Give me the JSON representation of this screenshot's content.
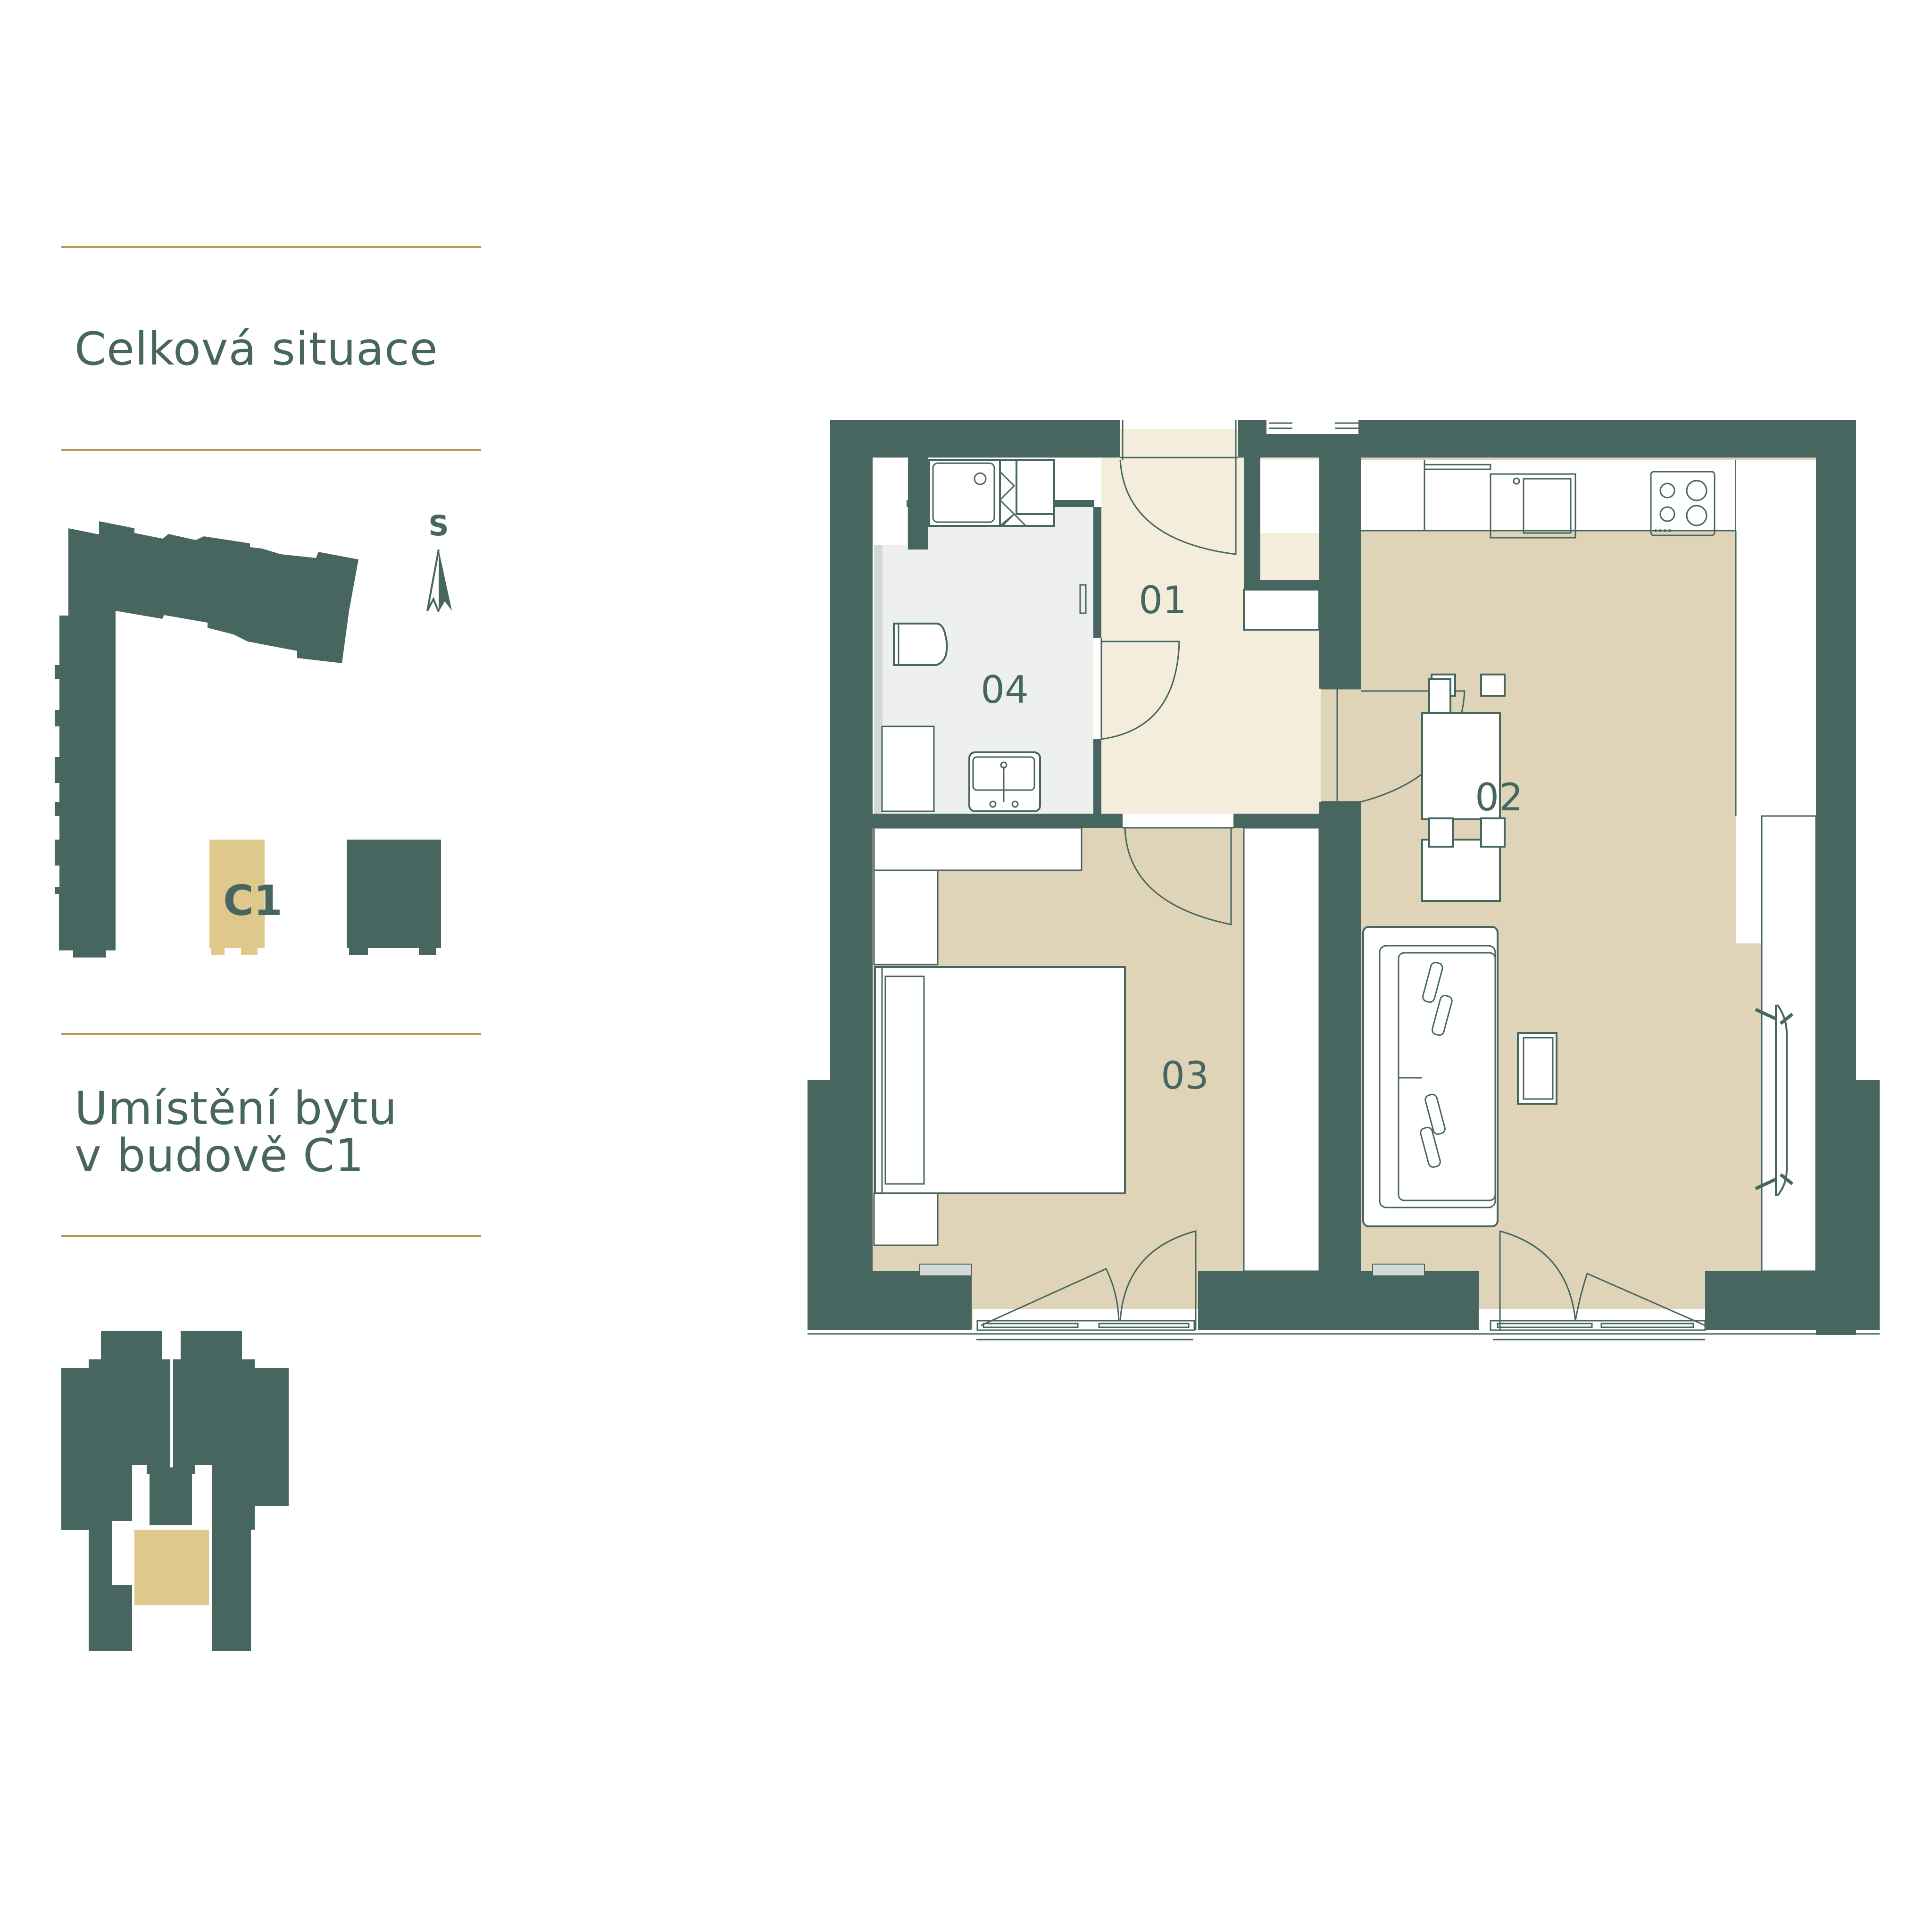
{
  "colors": {
    "wall": "#47665f",
    "accent_rule": "#b8994c",
    "highlight_building": "#dfc88c",
    "hall_floor": "#f4eddc",
    "living_floor": "#e0d4b8",
    "bathroom_floor": "#eef0ed",
    "radiator": "#d3dad6",
    "furniture": "#ffffff"
  },
  "sidebar": {
    "site_section": {
      "heading": "Celková situace",
      "compass_label": "S",
      "highlighted_building_label": "C1"
    },
    "building_section": {
      "heading": "Umístění bytu\nv budově C1"
    }
  },
  "floor_plan": {
    "rooms": [
      {
        "id": "01",
        "label": "01",
        "type": "hallway"
      },
      {
        "id": "02",
        "label": "02",
        "type": "living-kitchen"
      },
      {
        "id": "03",
        "label": "03",
        "type": "bedroom"
      },
      {
        "id": "04",
        "label": "04",
        "type": "bathroom"
      }
    ]
  }
}
